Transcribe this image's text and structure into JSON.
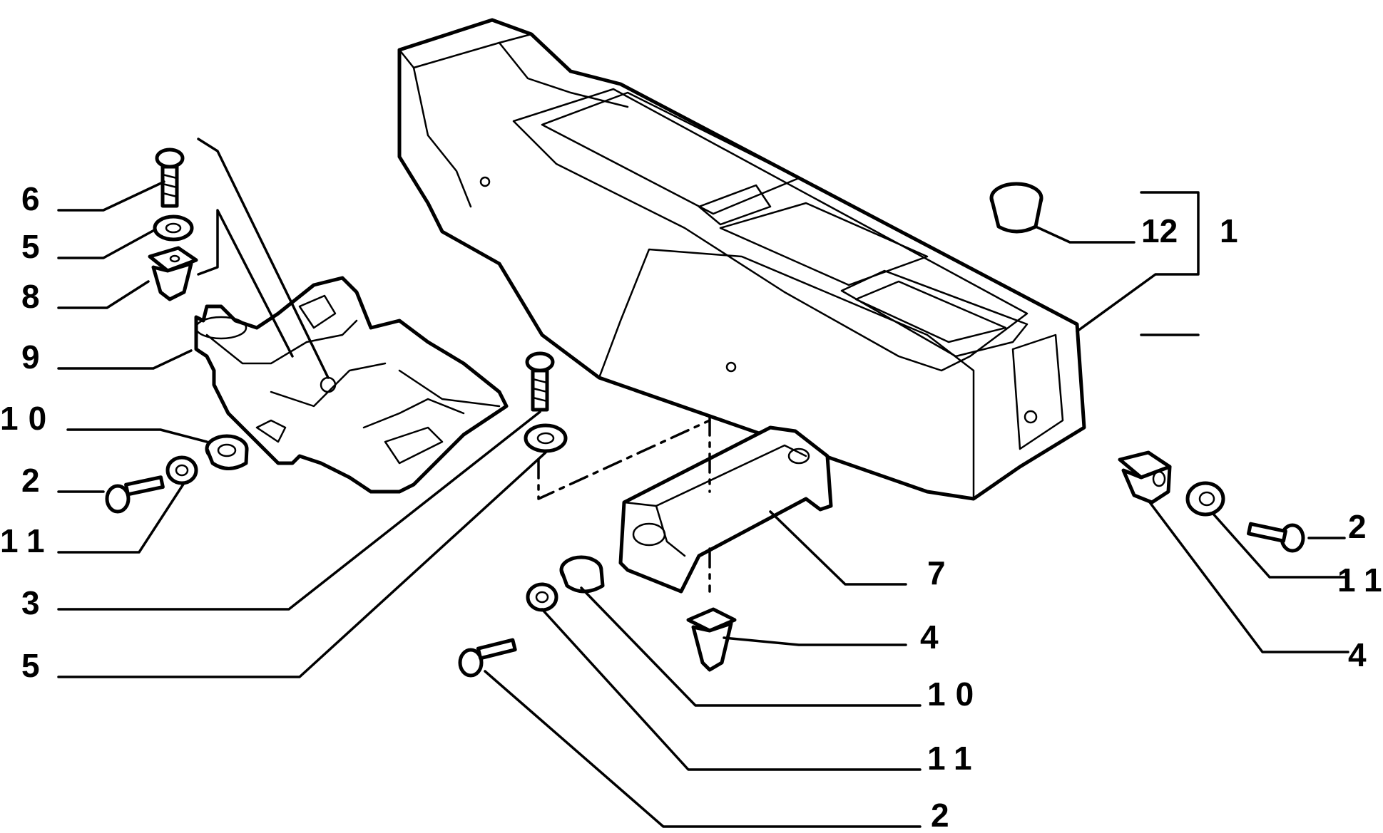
{
  "callouts": [
    {
      "id": "c6",
      "text": "6"
    },
    {
      "id": "c5a",
      "text": "5"
    },
    {
      "id": "c8",
      "text": "8"
    },
    {
      "id": "c9",
      "text": "9"
    },
    {
      "id": "c10a",
      "text": "10"
    },
    {
      "id": "c2a",
      "text": "2"
    },
    {
      "id": "c11a",
      "text": "11"
    },
    {
      "id": "c3",
      "text": "3"
    },
    {
      "id": "c5b",
      "text": "5"
    },
    {
      "id": "c12",
      "text": "12"
    },
    {
      "id": "c1",
      "text": "1"
    },
    {
      "id": "c7",
      "text": "7"
    },
    {
      "id": "c4a",
      "text": "4"
    },
    {
      "id": "c10b",
      "text": "10"
    },
    {
      "id": "c11b",
      "text": "11"
    },
    {
      "id": "c2b",
      "text": "2"
    },
    {
      "id": "c2c",
      "text": "2"
    },
    {
      "id": "c11c",
      "text": "11"
    },
    {
      "id": "c4b",
      "text": "4"
    }
  ]
}
